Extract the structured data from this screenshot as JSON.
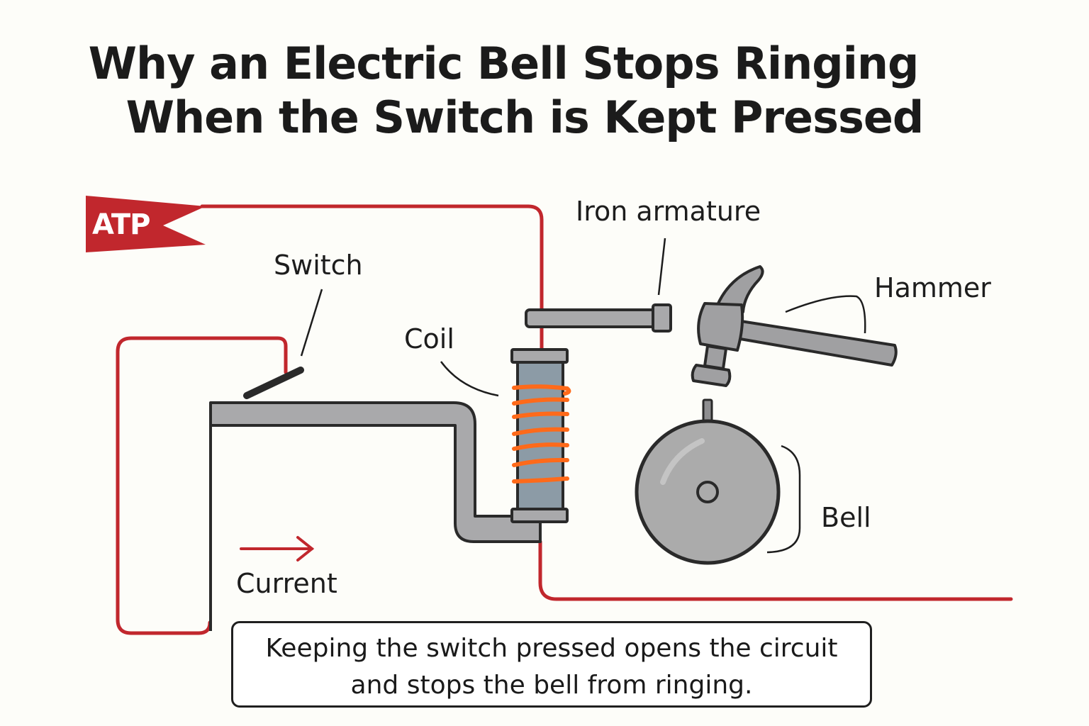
{
  "title": {
    "line1": "Why an Electric Bell Stops Ringing",
    "line2": "When the Switch is Kept Pressed"
  },
  "badge": {
    "text": "ATP",
    "color": "#c1272d"
  },
  "labels": {
    "switch": "Switch",
    "coil": "Coil",
    "iron_armature": "Iron armature",
    "hammer": "Hammer",
    "bell": "Bell",
    "current": "Current"
  },
  "caption": {
    "line1": "Keeping the switch pressed opens the circuit",
    "line2": "and stops the bell from ringing."
  },
  "colors": {
    "wire": "#c1272d",
    "coil_winding": "#ff6a1a",
    "metal": "#a9a9ab",
    "core": "#8c9ba6",
    "outline": "#2a2a2a"
  }
}
